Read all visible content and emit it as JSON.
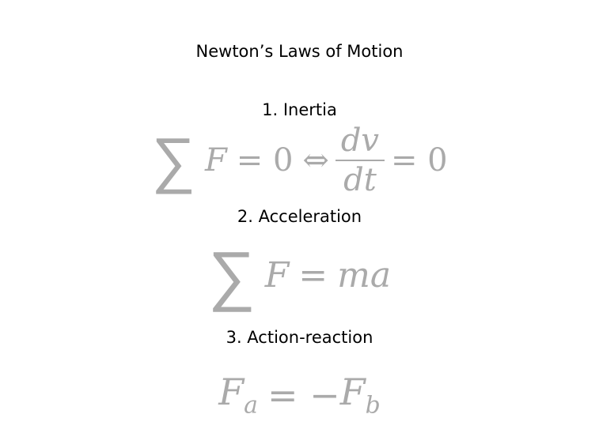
{
  "title": "Newton’s Laws of Motion",
  "laws": [
    {
      "heading": "1. Inertia",
      "formula": {
        "sum": "∑",
        "lhs": "F",
        "eq1": "= 0",
        "iff": "⇔",
        "num": "dv",
        "den": "dt",
        "eq2": "= 0"
      }
    },
    {
      "heading": "2. Acceleration",
      "formula": {
        "sum": "∑",
        "lhs": "F",
        "eq": "=",
        "rhs": "ma"
      }
    },
    {
      "heading": "3. Action-reaction",
      "formula": {
        "lhs": "F",
        "lhs_sub": "a",
        "eq": "= −",
        "rhs": "F",
        "rhs_sub": "b"
      }
    }
  ],
  "colors": {
    "formula": "#aaaaaa",
    "text": "#000000"
  }
}
